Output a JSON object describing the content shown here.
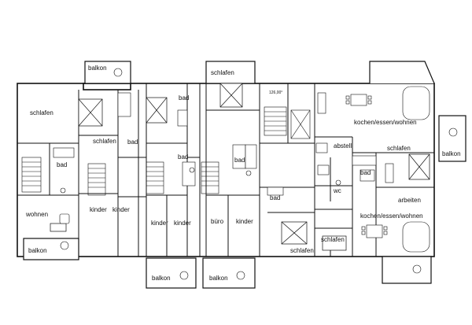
{
  "floor_plan": {
    "rooms": {
      "balkon_top": "balkon",
      "schlafen_top": "schlafen",
      "elevation": "126,00°",
      "schlafen_1": "schlafen",
      "bad_1": "bad",
      "schlafen_2": "schlafen",
      "bad_2": "bad",
      "bad_3": "bad",
      "bad_4": "bad",
      "bad_5": "bad",
      "wohnen": "wohnen",
      "kinder_1": "kinder",
      "kinder_2": "kinder",
      "kinder_3": "kinder",
      "kinder_4": "kinder",
      "buero": "büro",
      "kinder_5": "kinder",
      "balkon_left": "balkon",
      "balkon_b1": "balkon",
      "balkon_b2": "balkon",
      "koch_top": "kochen/essen/wohnen",
      "abstell": "abstell",
      "schlafen_3": "schlafen",
      "balkon_right": "balkon",
      "bad_6": "bad",
      "wc": "wc",
      "arbeiten": "arbeiten",
      "koch_bottom": "kochen/essen/wohnen",
      "bad_7": "bad",
      "schlafen_4": "schlafen",
      "schlafen_5": "schlafen"
    }
  }
}
